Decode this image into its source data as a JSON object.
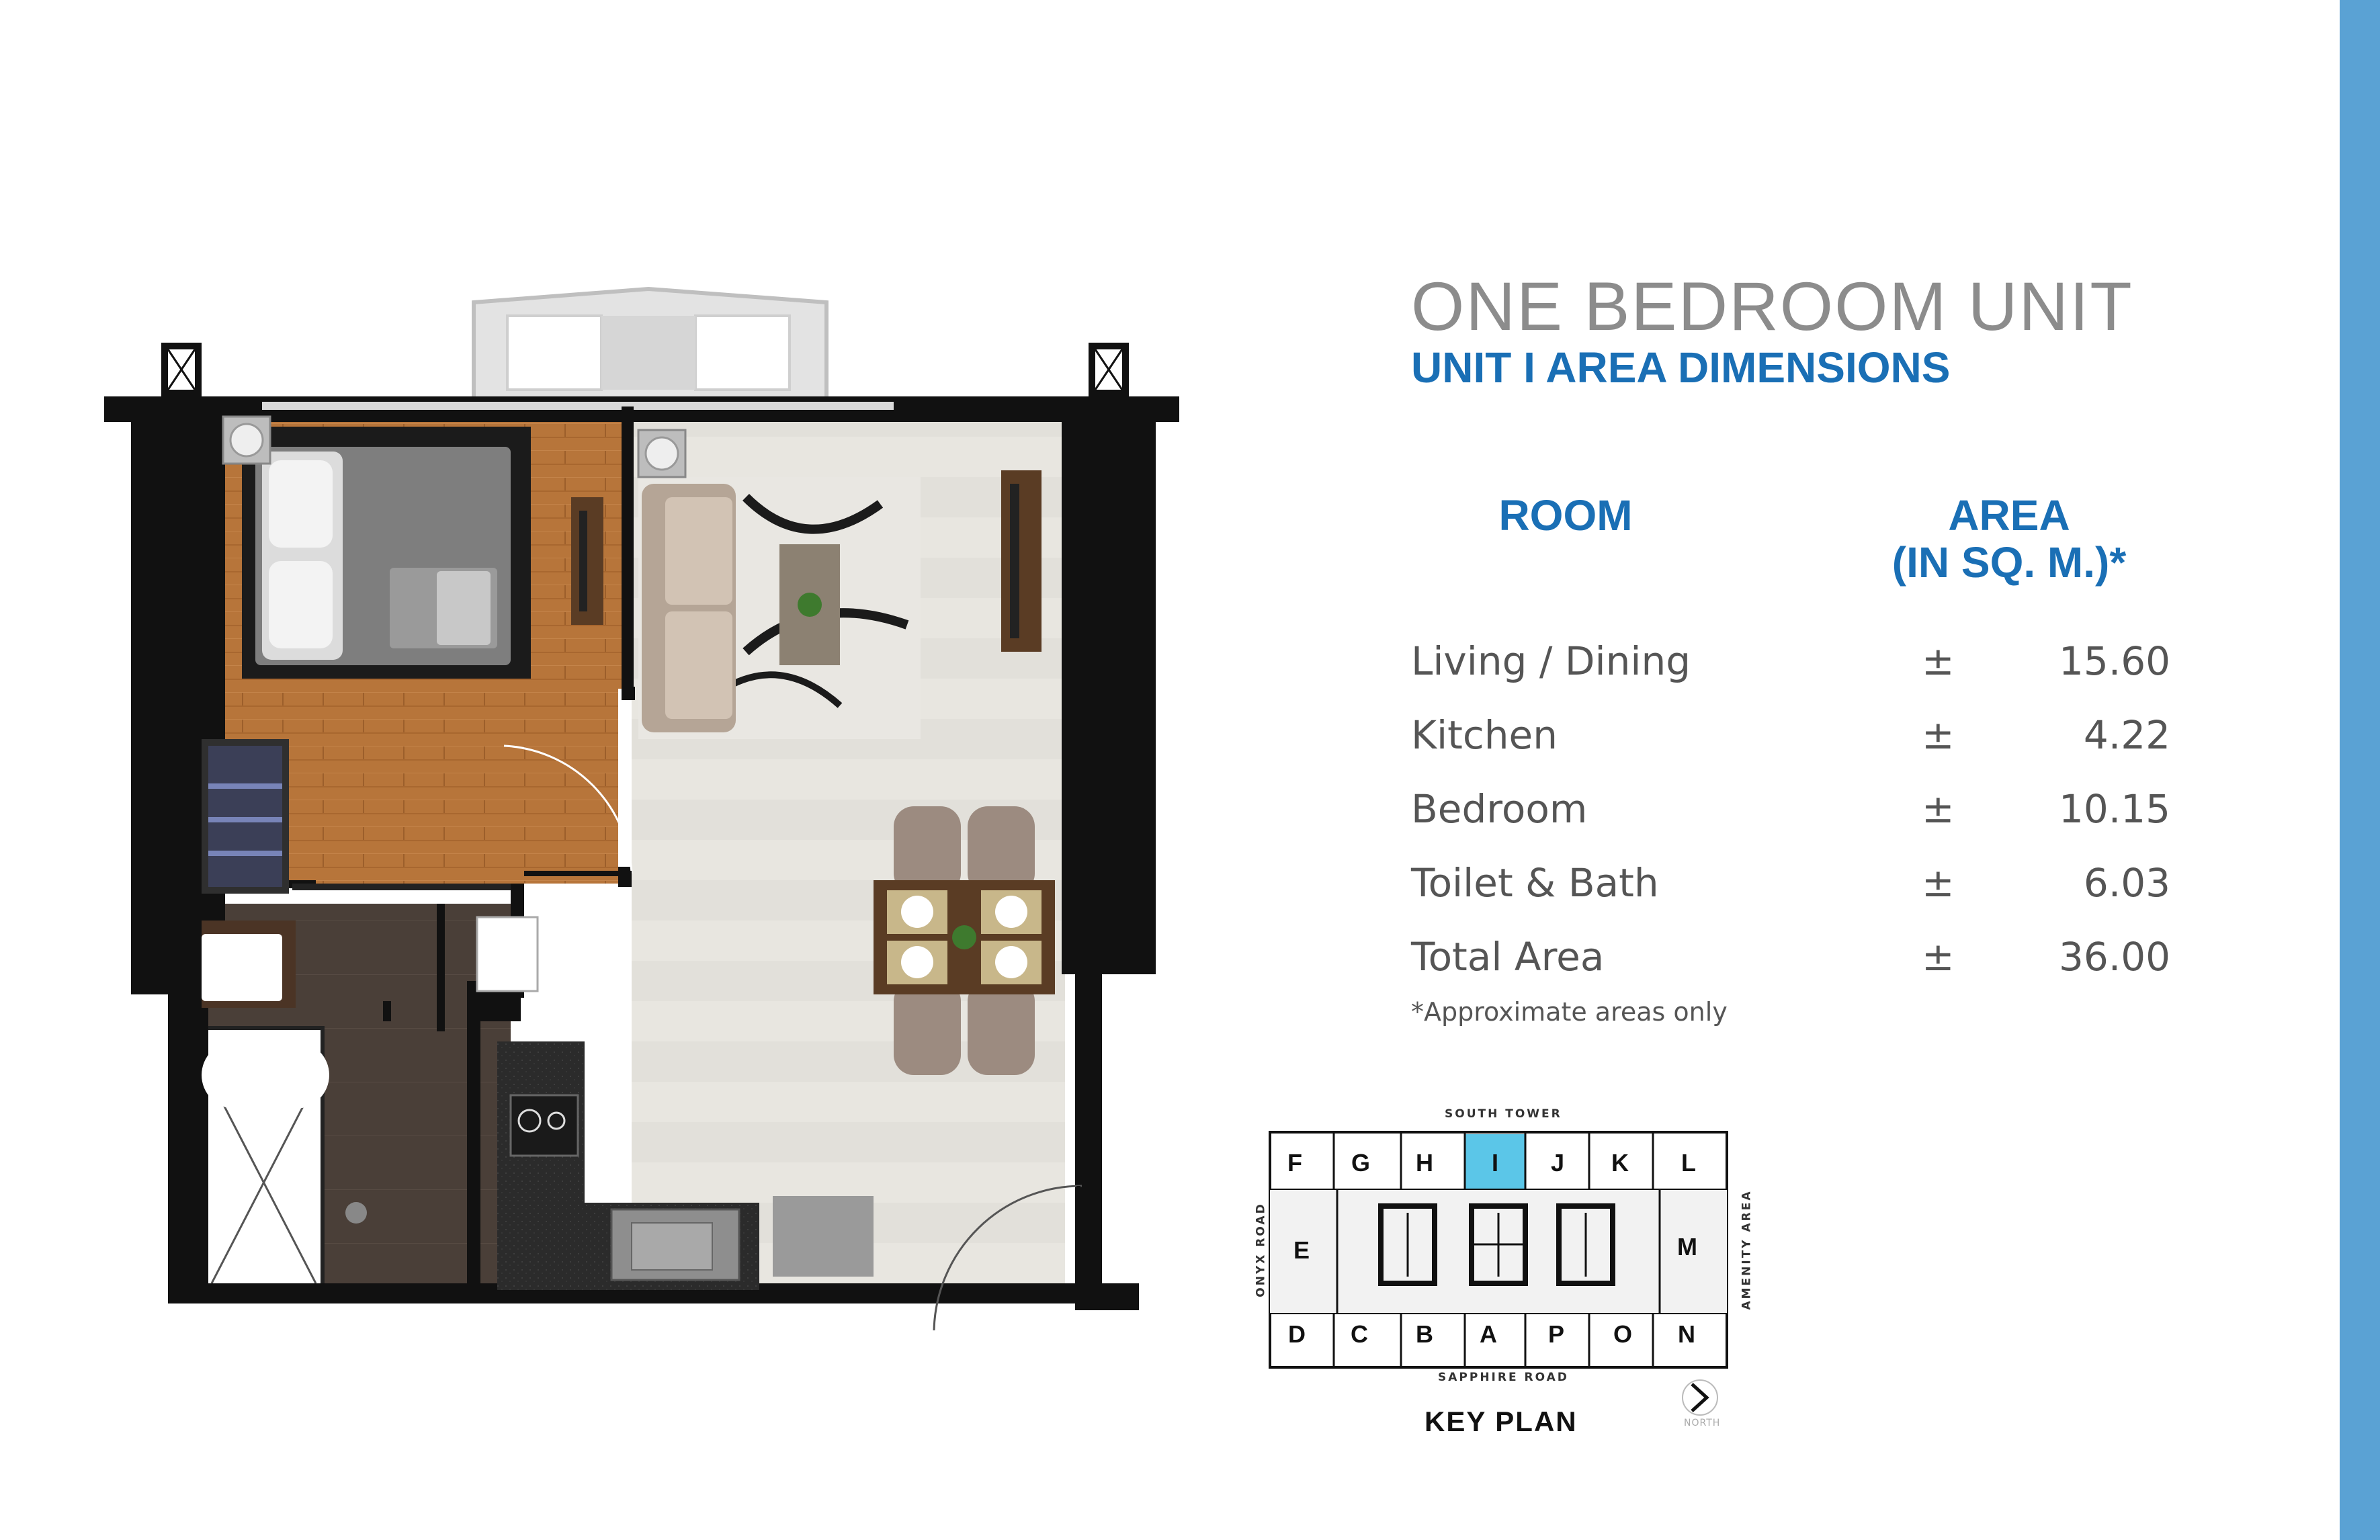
{
  "colors": {
    "accent": "#1a6fb5",
    "title_gray": "#8c8c8c",
    "side_bar": "#5aa2d4",
    "highlight_unit": "#5bc6e8"
  },
  "title": "ONE BEDROOM UNIT",
  "subtitle": "UNIT I AREA DIMENSIONS",
  "table": {
    "room_header": "ROOM",
    "area_header_line1": "AREA",
    "area_header_line2": "(IN SQ. M.)*",
    "plus_minus": "±",
    "rows": [
      {
        "room": "Living / Dining",
        "area": "15.60"
      },
      {
        "room": "Kitchen",
        "area": "4.22"
      },
      {
        "room": "Bedroom",
        "area": "10.15"
      },
      {
        "room": "Toilet & Bath",
        "area": "6.03"
      },
      {
        "room": "Total Area",
        "area": "36.00"
      }
    ],
    "footnote": "*Approximate areas only"
  },
  "key_plan": {
    "title": "KEY PLAN",
    "top_label": "SOUTH TOWER",
    "bottom_label": "SAPPHIRE ROAD",
    "left_label": "ONYX ROAD",
    "right_label": "AMENITY AREA",
    "north_label": "NORTH",
    "top_units": [
      "F",
      "G",
      "H",
      "I",
      "J",
      "K",
      "L"
    ],
    "bottom_units": [
      "D",
      "C",
      "B",
      "A",
      "P",
      "O",
      "N"
    ],
    "left_unit": "E",
    "right_unit": "M",
    "highlighted_unit": "I"
  }
}
